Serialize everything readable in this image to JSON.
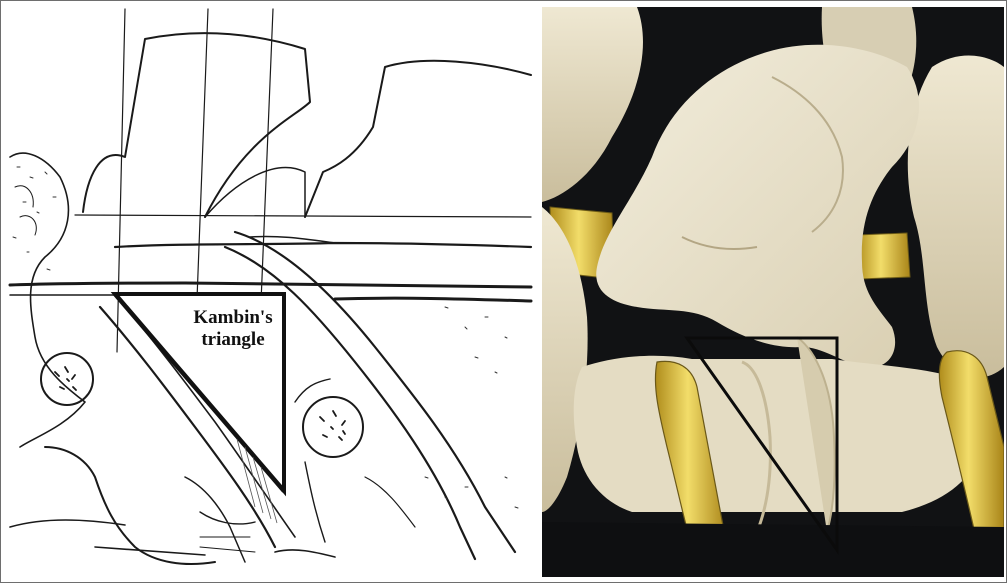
{
  "figure": {
    "left_panel": {
      "label_line1": "Kambin's",
      "label_line2": "triangle",
      "icon": "line-drawing-lumbar-spine"
    },
    "right_panel": {
      "icon": "photo-spine-model-with-nerve-roots"
    }
  },
  "colors": {
    "ink": "#111111",
    "bone": "#e8e1c8",
    "nerve": "#e2c437",
    "background_photo": "#111214"
  }
}
